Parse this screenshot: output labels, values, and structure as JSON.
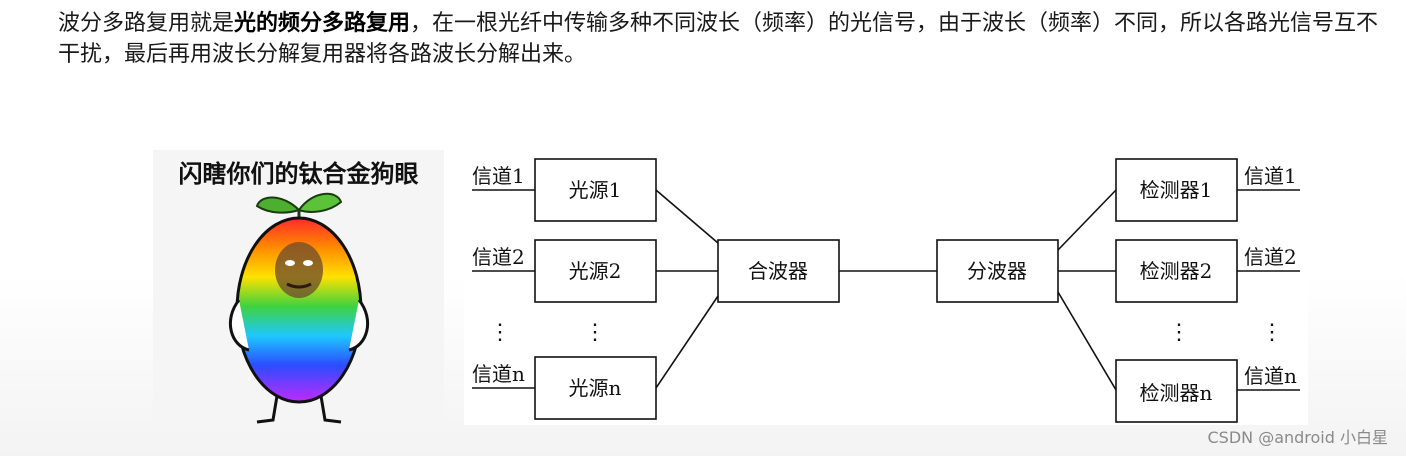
{
  "paragraph": {
    "intro": "波分多路复用就是",
    "bold": "光的频分多路复用",
    "rest": "，在一根光纤中传输多种不同波长（频率）的光信号，由于波长（频率）不同，所以各路光信号互不干扰，最后再用波长分解复用器将各路波长分解出来。"
  },
  "meme": {
    "caption": "闪瞎你们的钛合金狗眼"
  },
  "diagram": {
    "inputs": {
      "channel_labels": [
        "信道1",
        "信道2",
        "信道n"
      ],
      "source_labels": [
        "光源1",
        "光源2",
        "光源n"
      ]
    },
    "multiplexer_label": "合波器",
    "demultiplexer_label": "分波器",
    "outputs": {
      "detector_labels": [
        "检测器1",
        "检测器2",
        "检测器n"
      ],
      "channel_labels": [
        "信道1",
        "信道2",
        "信道n"
      ]
    },
    "ellipsis": "⋮"
  },
  "watermark": "CSDN @android 小白星"
}
